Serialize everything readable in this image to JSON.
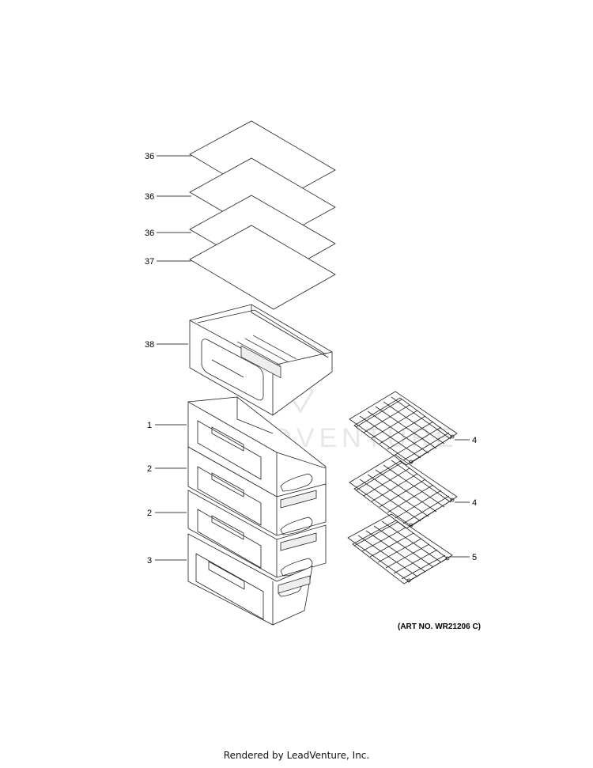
{
  "callouts": [
    {
      "id": "36a",
      "label": "36"
    },
    {
      "id": "36b",
      "label": "36"
    },
    {
      "id": "36c",
      "label": "36"
    },
    {
      "id": "37",
      "label": "37"
    },
    {
      "id": "38",
      "label": "38"
    },
    {
      "id": "1",
      "label": "1"
    },
    {
      "id": "2a",
      "label": "2"
    },
    {
      "id": "2b",
      "label": "2"
    },
    {
      "id": "3",
      "label": "3"
    },
    {
      "id": "4a",
      "label": "4"
    },
    {
      "id": "4b",
      "label": "4"
    },
    {
      "id": "5",
      "label": "5"
    }
  ],
  "art_number": "(ART NO. WR21206 C)",
  "footer": "Rendered by LeadVenture, Inc.",
  "watermark": "LEADVENTURE"
}
